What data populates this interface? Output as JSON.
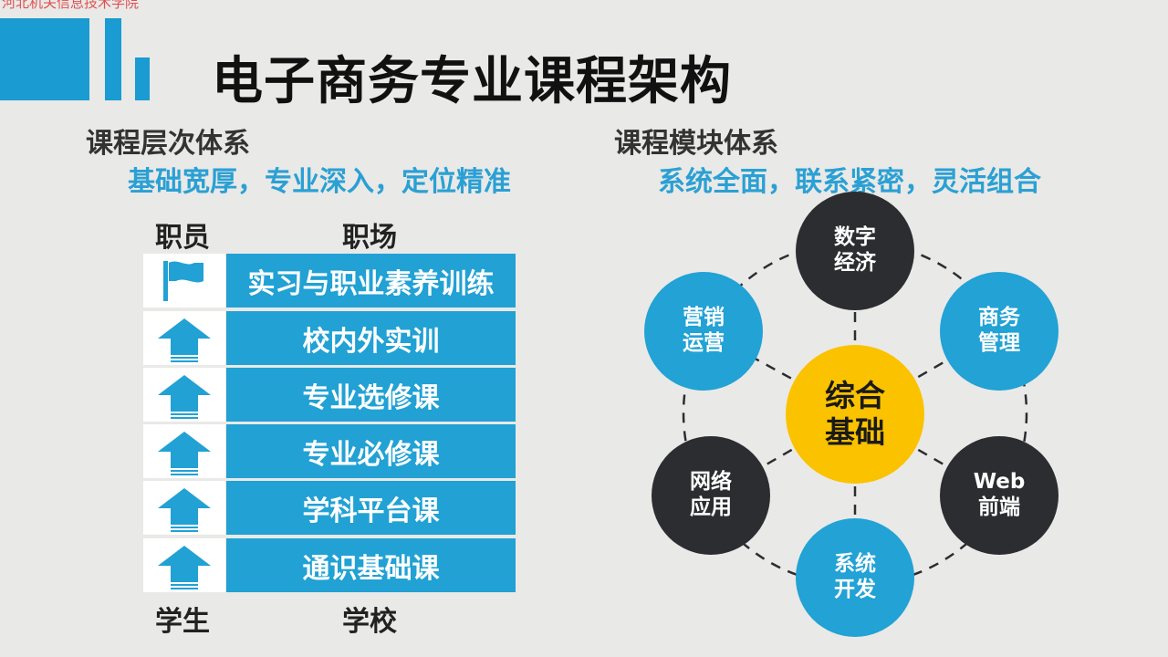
{
  "watermark": "河北机关信息技术学院",
  "title": "电子商务专业课程架构",
  "colors": {
    "accent_blue": "#21a1d4",
    "dark": "#2b2d31",
    "yellow": "#fbc200",
    "background": "#e9e9e7"
  },
  "left": {
    "heading": "课程层次体系",
    "subheading": "基础宽厚，专业深入，定位精准",
    "top_left_label": "职员",
    "top_right_label": "职场",
    "bottom_left_label": "学生",
    "bottom_right_label": "学校",
    "layers": [
      {
        "label": "实习与职业素养训练",
        "icon": "flag-icon"
      },
      {
        "label": "校内外实训",
        "icon": "up-arrow-icon"
      },
      {
        "label": "专业选修课",
        "icon": "up-arrow-icon"
      },
      {
        "label": "专业必修课",
        "icon": "up-arrow-icon"
      },
      {
        "label": "学科平台课",
        "icon": "up-arrow-icon"
      },
      {
        "label": "通识基础课",
        "icon": "up-arrow-icon"
      }
    ]
  },
  "right": {
    "heading": "课程模块体系",
    "subheading": "系统全面，联系紧密，灵活组合",
    "center": {
      "line1": "综合",
      "line2": "基础"
    },
    "modules": {
      "top": {
        "line1": "数字",
        "line2": "经济"
      },
      "upper_right": {
        "line1": "商务",
        "line2": "管理"
      },
      "lower_right": {
        "line1": "Web",
        "line2": "前端"
      },
      "bottom": {
        "line1": "系统",
        "line2": "开发"
      },
      "lower_left": {
        "line1": "网络",
        "line2": "应用"
      },
      "upper_left": {
        "line1": "营销",
        "line2": "运营"
      }
    }
  }
}
